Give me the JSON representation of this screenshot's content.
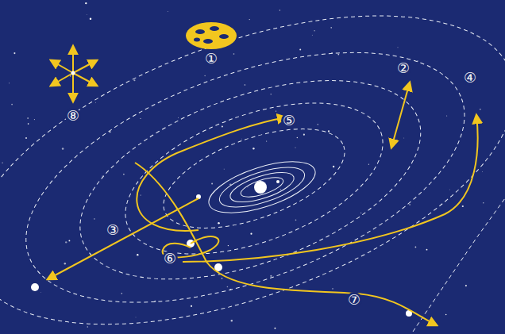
{
  "diagram": {
    "labels": [
      "①",
      "②",
      "③",
      "④",
      "⑤",
      "⑥",
      "⑦",
      "⑧"
    ]
  }
}
